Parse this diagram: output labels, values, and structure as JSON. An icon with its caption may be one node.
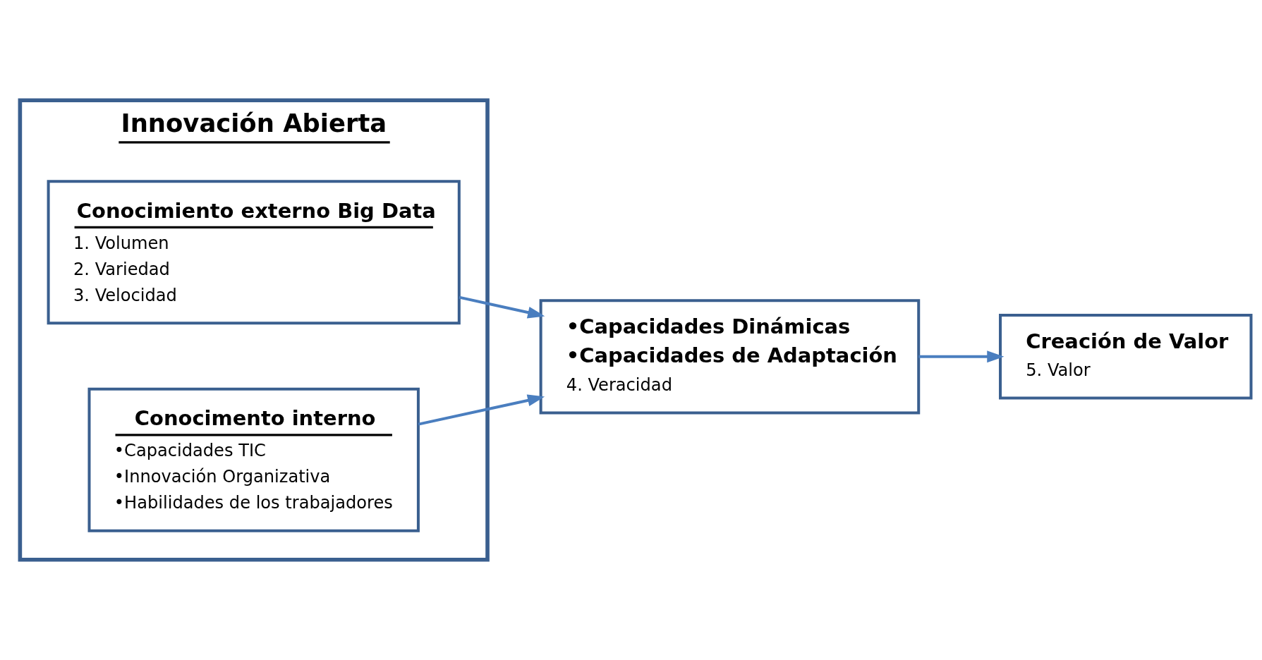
{
  "diagram": {
    "nodes": [
      {
        "text": [
          "Innovación Abierta"
        ]
      },
      {
        "text": [
          "Conocimiento externo Big Data",
          "1. Volumen",
          "2. Variedad",
          "3. Velocidad"
        ],
        "in": 0
      },
      {
        "text": [
          "Conocimento interno",
          "•Capacidades TIC",
          "•Innovación Organizativa",
          "•Habilidades de los trabajadores"
        ],
        "in": 0
      },
      {
        "text": [
          "•Capacidades Dinámicas",
          "•Capacidades de Adaptación",
          "4. Veracidad"
        ]
      },
      {
        "text": [
          "Creación de Valor",
          "5. Valor"
        ]
      }
    ],
    "edges": [
      {
        "from": 1,
        "to": 3,
        "arrow": "to"
      },
      {
        "from": 2,
        "to": 3,
        "arrow": "to"
      },
      {
        "from": 3,
        "to": 4,
        "arrow": "to"
      }
    ]
  }
}
